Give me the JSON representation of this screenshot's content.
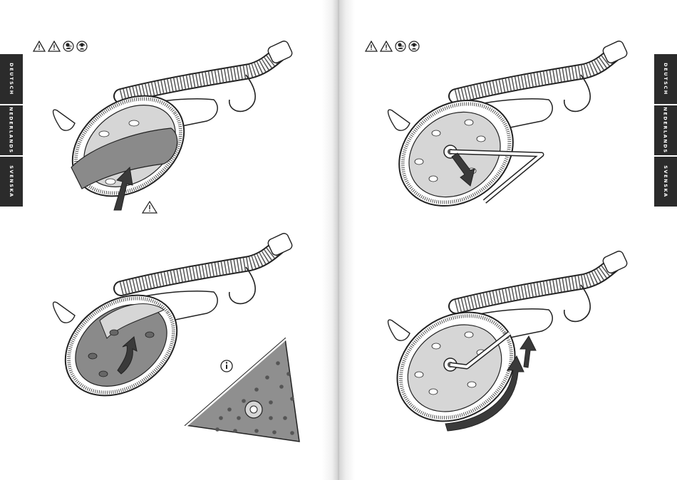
{
  "document": {
    "language_tabs_left": [
      "DEUTSCH",
      "NEDERLANDS",
      "SVENSKA"
    ],
    "language_tabs_right": [
      "DEUTSCH",
      "NEDERLANDS",
      "SVENSKA"
    ],
    "safety_icons": [
      "warning-triangle-icon",
      "warning-triangle-icon",
      "wear-mask-icon",
      "wear-ear-protection-icon"
    ],
    "figures": [
      {
        "id": "fig-1",
        "step": "remove sanding paper from round pad",
        "accent": "#444444"
      },
      {
        "id": "fig-2",
        "step": "unscrew pad with hex key",
        "accent": "#444444"
      },
      {
        "id": "fig-3",
        "step": "attach sanding paper / triangular pad accessory",
        "accent": "#444444"
      },
      {
        "id": "fig-4",
        "step": "tighten pad by rotating with hex key",
        "accent": "#444444"
      }
    ],
    "colors": {
      "tab_background": "#2b2b2b",
      "tab_text": "#ffffff",
      "line_art": "#222222",
      "pad_fill": "#d6d6d6",
      "arrow_fill": "#3a3a3a"
    }
  }
}
